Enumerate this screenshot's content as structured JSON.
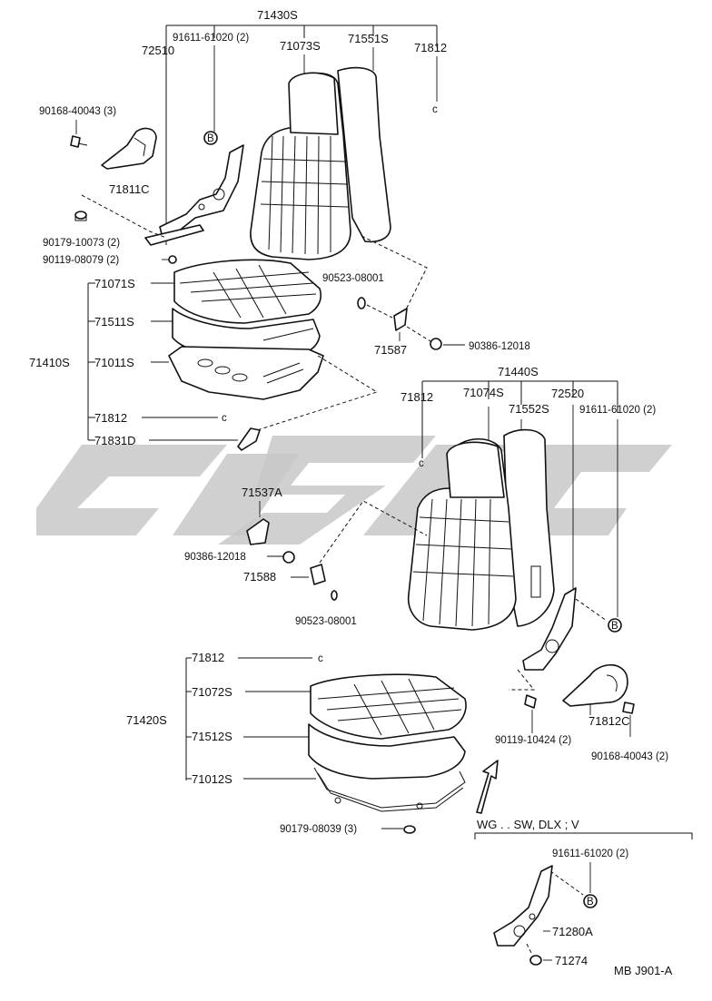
{
  "diagram": {
    "watermark": "",
    "footer_code": "MB  J901-A",
    "variant_note": "WG . . SW, DLX ; V",
    "bolt_marker": "B",
    "clip_marker": "c"
  },
  "labels": {
    "p71430S": "71430S",
    "p91611_top": "91611-61020 (2)",
    "p71073S": "71073S",
    "p71551S": "71551S",
    "p71812_top": "71812",
    "p72510": "72510",
    "p90168_left": "90168-40043 (3)",
    "p71811C": "71811C",
    "p90179_10073": "90179-10073 (2)",
    "p90119_08079": "90119-08079 (2)",
    "p90523_top": "90523-08001",
    "p71587": "71587",
    "p90386_right": "90386-12018",
    "p71071S": "71071S",
    "p71511S": "71511S",
    "p71410S": "71410S",
    "p71011S": "71011S",
    "p71812_mid": "71812",
    "p71831D": "71831D",
    "p71440S": "71440S",
    "p71812_r": "71812",
    "p71074S": "71074S",
    "p72520": "72520",
    "p71552S": "71552S",
    "p91611_right": "91611-61020 (2)",
    "p71537A": "71537A",
    "p90386_left": "90386-12018",
    "p71588": "71588",
    "p90523_low": "90523-08001",
    "p71812_low": "71812",
    "p71072S": "71072S",
    "p71420S": "71420S",
    "p71512S": "71512S",
    "p71012S": "71012S",
    "p90179_08039": "90179-08039 (3)",
    "p90119_10424": "90119-10424 (2)",
    "p71812C": "71812C",
    "p90168_right": "90168-40043 (2)",
    "p91611_bottom": "91611-61020 (2)",
    "p71280A": "71280A",
    "p71274": "71274"
  }
}
